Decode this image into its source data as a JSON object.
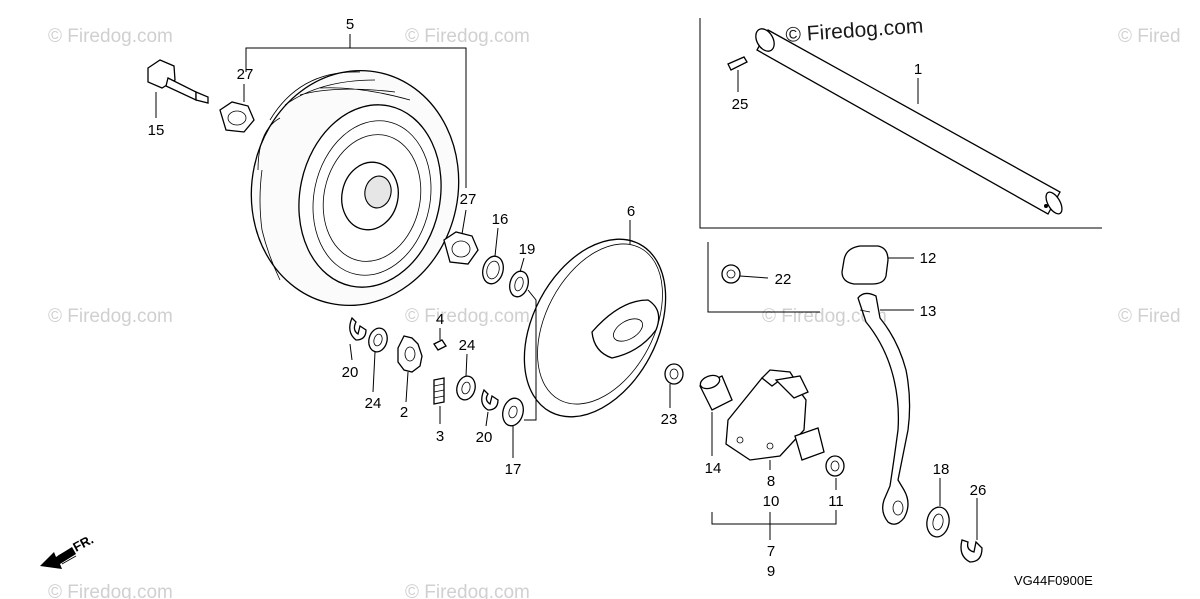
{
  "watermarks": [
    "© Firedog.com",
    "© Firedog.com",
    "© Firedog.com",
    "© Firedog.com",
    "© Firedog.com",
    "© Firedog.com",
    "© Firedog.com",
    "© Fired",
    "© Fired"
  ],
  "inset_watermark": "© Firedog.com",
  "diagram_code": "VG44F0900E",
  "direction_label": "FR.",
  "callouts": {
    "p1": "1",
    "p2": "2",
    "p3": "3",
    "p4": "4",
    "p5": "5",
    "p6": "6",
    "p7": "7",
    "p8": "8",
    "p9": "9",
    "p10": "10",
    "p11": "11",
    "p12": "12",
    "p13": "13",
    "p14": "14",
    "p15": "15",
    "p16": "16",
    "p17": "17",
    "p18": "18",
    "p19": "19",
    "p20a": "20",
    "p20b": "20",
    "p22": "22",
    "p23": "23",
    "p24a": "24",
    "p24b": "24",
    "p25": "25",
    "p26": "26",
    "p27a": "27",
    "p27b": "27"
  }
}
